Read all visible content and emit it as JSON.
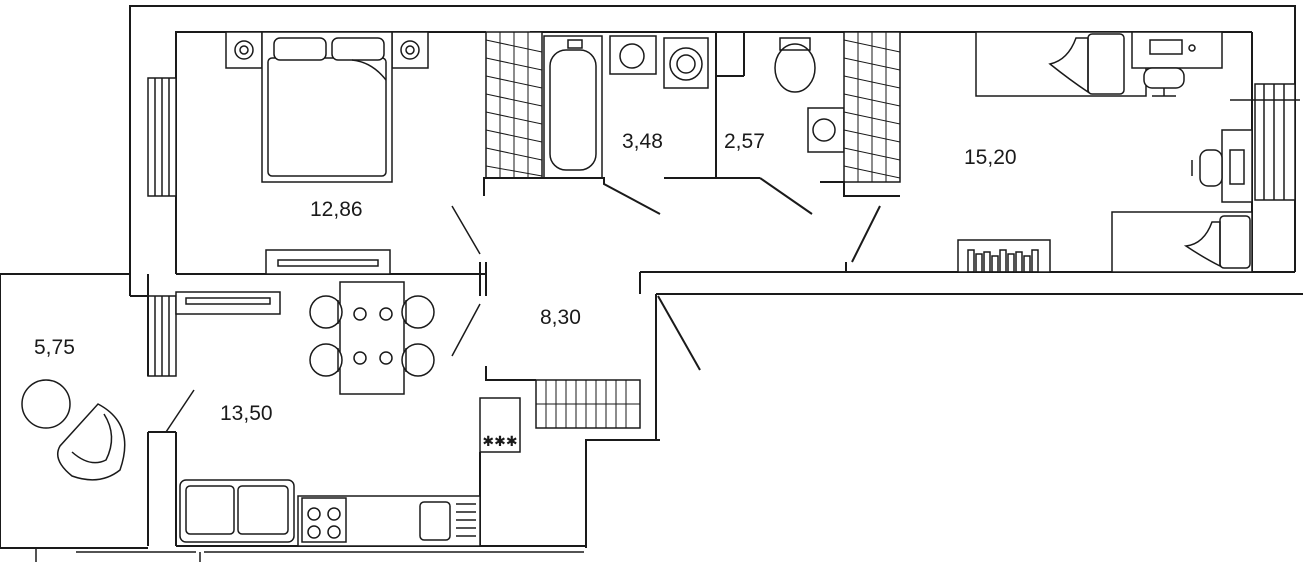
{
  "plan": {
    "rooms": [
      {
        "id": "bedroom",
        "area": "12,86"
      },
      {
        "id": "bathroom",
        "area": "3,48"
      },
      {
        "id": "toilet",
        "area": "2,57"
      },
      {
        "id": "room",
        "area": "15,20"
      },
      {
        "id": "hall",
        "area": "8,30"
      },
      {
        "id": "balcony",
        "area": "5,75"
      },
      {
        "id": "kitchen",
        "area": "13,50"
      }
    ],
    "colors": {
      "line": "#1a1a1a",
      "background": "#ffffff"
    }
  }
}
